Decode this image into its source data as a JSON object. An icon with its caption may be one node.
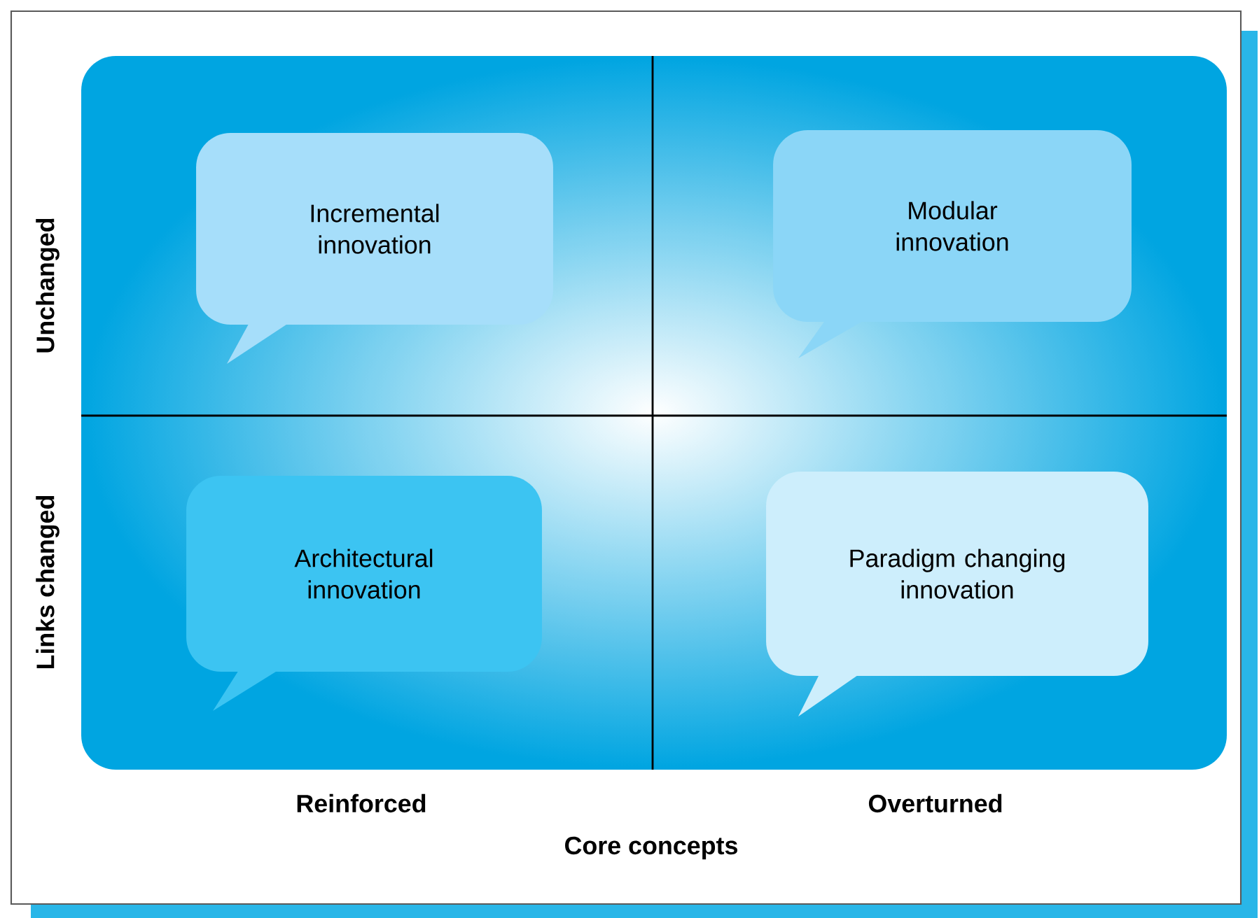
{
  "diagram": {
    "nodes": [
      {
        "text": [
          "Incremental innovation"
        ]
      },
      {
        "text": [
          "Modular innovation"
        ]
      },
      {
        "text": [
          "Architectural innovation"
        ]
      },
      {
        "text": [
          "Paradigm changing innovation"
        ]
      }
    ],
    "labels": [
      "Unchanged",
      "Links changed",
      "Reinforced",
      "Overturned",
      "Core concepts"
    ]
  }
}
